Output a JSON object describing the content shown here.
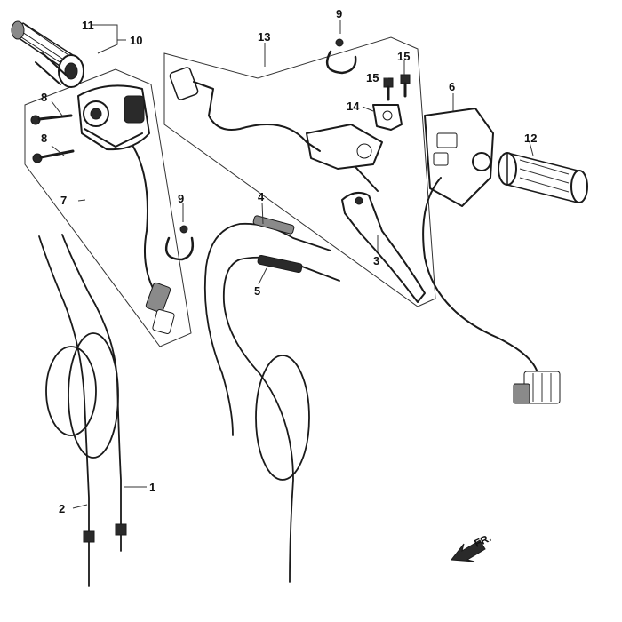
{
  "diagram": {
    "callouts": {
      "c1": "1",
      "c2": "2",
      "c3": "3",
      "c4": "4",
      "c5": "5",
      "c6": "6",
      "c7": "7",
      "c8a": "8",
      "c8b": "8",
      "c9a": "9",
      "c9b": "9",
      "c10": "10",
      "c11": "11",
      "c12": "12",
      "c13": "13",
      "c14": "14",
      "c15a": "15",
      "c15b": "15"
    },
    "direction_label": "FR."
  }
}
